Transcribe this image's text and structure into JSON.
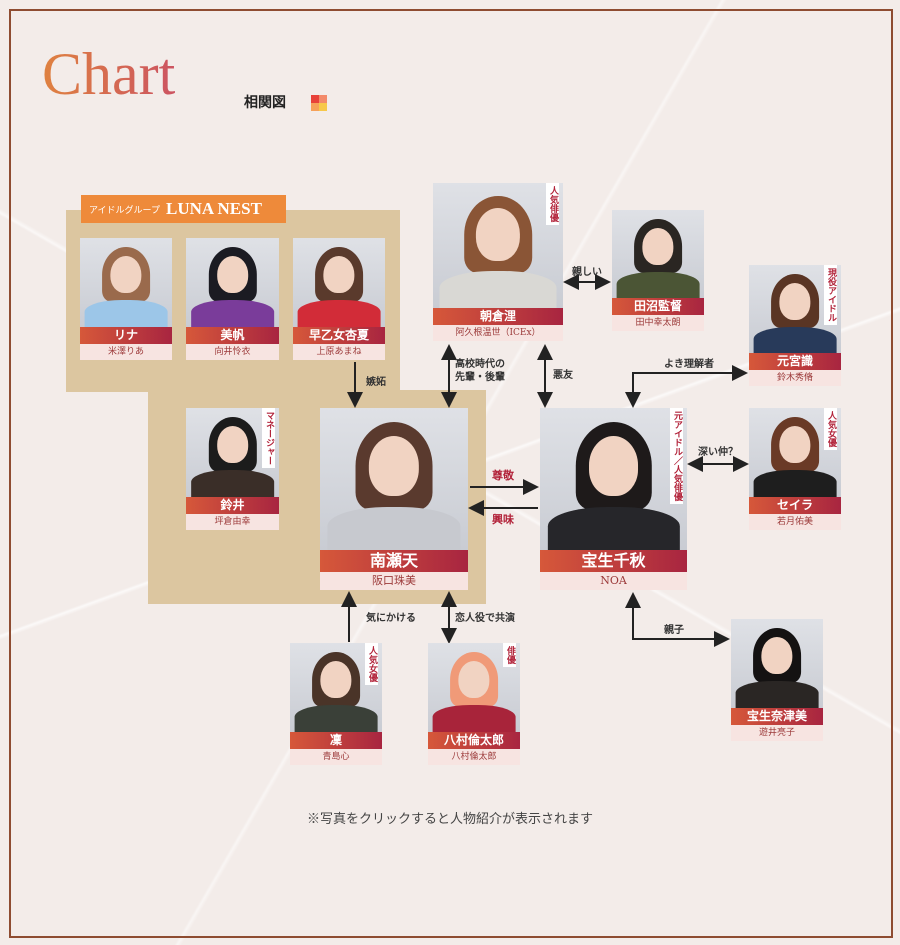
{
  "header": {
    "title": "Chart",
    "subtitle": "相関図",
    "mark_colors": [
      "#e8423a",
      "#f38a6a",
      "#f6a15a",
      "#f7c84a"
    ]
  },
  "group": {
    "prefix": "アイドルグループ",
    "name": "LUNA NEST"
  },
  "characters": [
    {
      "role": "リナ",
      "actor": "米澤りあ",
      "tag": "",
      "hair": "#9a6a4c",
      "top": "#9cc6e8"
    },
    {
      "role": "美帆",
      "actor": "向井怜衣",
      "tag": "",
      "hair": "#1b1b22",
      "top": "#7a3c9a"
    },
    {
      "role": "早乙女杏夏",
      "actor": "上原あまね",
      "tag": "",
      "hair": "#5a3a2c",
      "top": "#d22c38"
    },
    {
      "role": "朝倉浬",
      "actor": "阿久根温世（ICEx）",
      "tag": "人気俳優",
      "hair": "#8a5536",
      "top": "#d9d8d4"
    },
    {
      "role": "田沼監督",
      "actor": "田中幸太朗",
      "tag": "",
      "hair": "#2a2622",
      "top": "#4b5535"
    },
    {
      "role": "元宮識",
      "actor": "鈴木秀脩",
      "tag": "現役アイドル",
      "hair": "#5a3524",
      "top": "#283a5a"
    },
    {
      "role": "鈴井",
      "actor": "坪倉由幸",
      "tag": "マネージャー",
      "hair": "#1c1c1c",
      "top": "#3a2e28"
    },
    {
      "role": "南瀬天",
      "actor": "阪口珠美",
      "tag": "",
      "hair": "#5a3a2e",
      "top": "#c7c9cf"
    },
    {
      "role": "宝生千秋",
      "actor": "NOA",
      "tag": "元アイドル／人気俳優",
      "hair": "#1e1a1a",
      "top": "#26262a"
    },
    {
      "role": "セイラ",
      "actor": "若月佑美",
      "tag": "人気女優",
      "hair": "#6a3a26",
      "top": "#1e1e1e"
    },
    {
      "role": "凜",
      "actor": "青島心",
      "tag": "人気女優",
      "hair": "#4a3428",
      "top": "#3a4038"
    },
    {
      "role": "八村倫太郎",
      "actor": "八村倫太郎",
      "tag": "俳優",
      "hair": "#f09a78",
      "top": "#a8243a"
    },
    {
      "role": "宝生奈津美",
      "actor": "遊井亮子",
      "tag": "",
      "hair": "#141212",
      "top": "#2a2624"
    }
  ],
  "relations": {
    "jealousy": "嫉妬",
    "senpai": "高校時代の先輩・後輩",
    "bad_friend": "悪友",
    "close": "親しい",
    "understanding": "よき理解者",
    "respect": "尊敬",
    "interest": "興味",
    "deep": "深い仲？",
    "care": "気にかける",
    "costar": "恋人役で共演",
    "parent": "親子"
  },
  "footer_note": "※写真をクリックすると人物紹介が表示されます"
}
